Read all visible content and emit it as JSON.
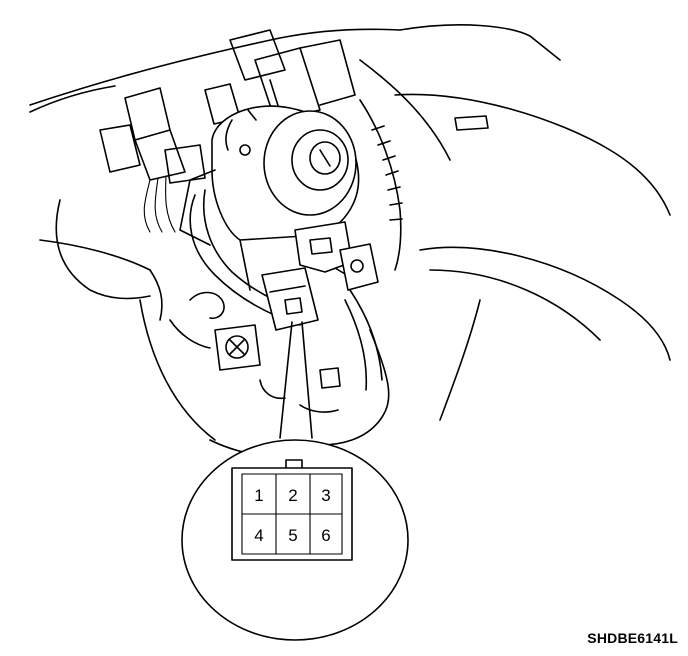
{
  "figure_code": "SHDBE6141L",
  "connector": {
    "pins": [
      "1",
      "2",
      "3",
      "4",
      "5",
      "6"
    ]
  }
}
